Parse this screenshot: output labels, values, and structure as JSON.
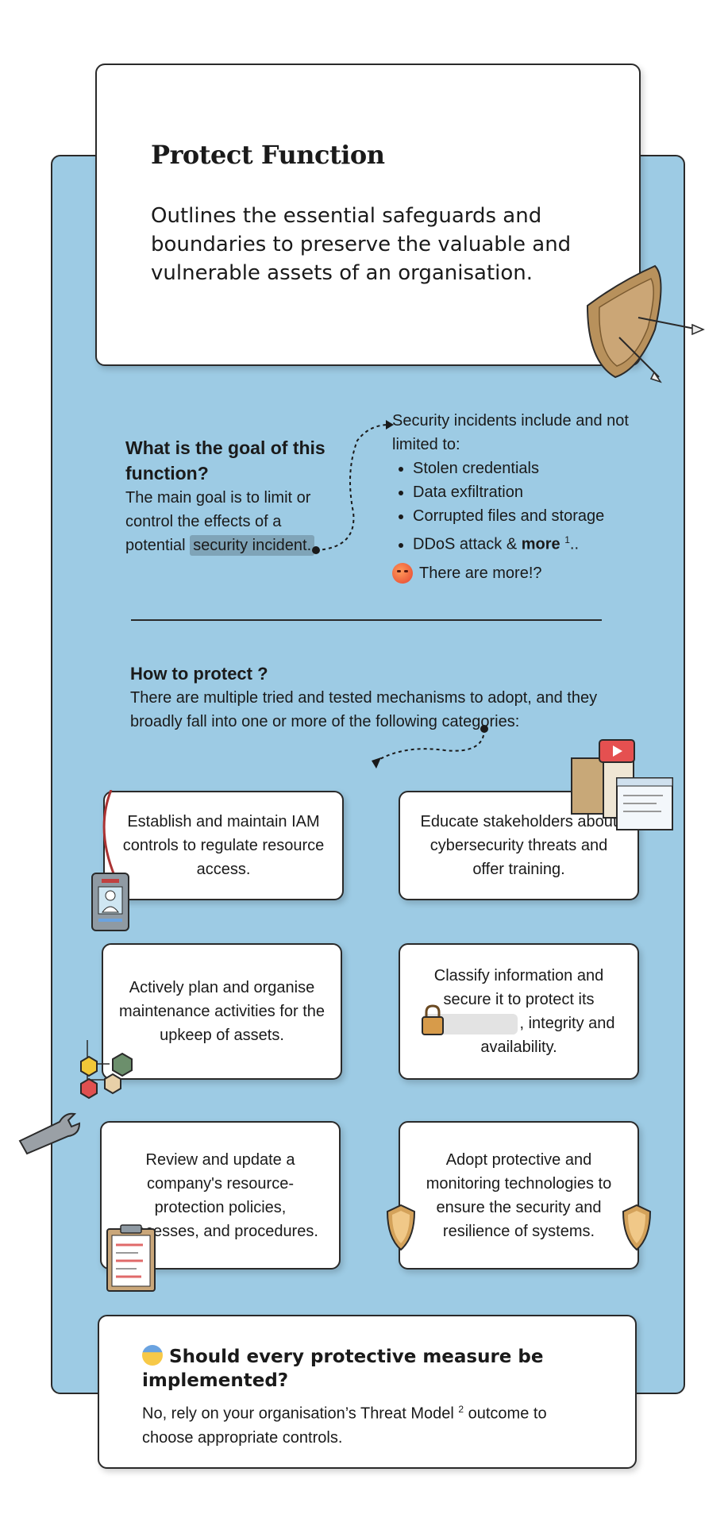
{
  "header": {
    "title": "Protect Function",
    "description": "Outlines the essential safeguards and boundaries to preserve the valuable and vulnerable assets of an organisation."
  },
  "goal": {
    "title": "What is the goal of this function?",
    "text_before": "The main goal is to limit or control the effects of a potential",
    "highlight": "security incident."
  },
  "incidents": {
    "intro": "Security incidents include and not limited to:",
    "items": [
      "Stolen credentials",
      "Data exfiltration",
      "Corrupted files and storage"
    ],
    "last_item": "DDoS attack &",
    "last_item_bold": "more",
    "last_item_ref": "1",
    "last_item_end": "..",
    "more_question": "There are more!?"
  },
  "how": {
    "title": "How to protect ?",
    "text": "There are multiple tried and tested mechanisms to adopt, and they broadly fall into one or more of the following categories:"
  },
  "categories": [
    "Establish and maintain IAM controls to regulate resource access.",
    "Educate stakeholders about cybersecurity threats and offer training.",
    "Actively plan and organise maintenance activities for the upkeep of assets.",
    "Classify information and secure it to protect its",
    "Review and update a company's resource-protection policies, processes, and procedures.",
    "Adopt protective and monitoring technologies to ensure the security and resilience of systems."
  ],
  "category_4_tail": ", integrity and availability.",
  "bottom": {
    "title": "Should every protective measure be implemented?",
    "text_before": "No, rely on your organisation’s Threat Model",
    "ref": "2",
    "text_after": "outcome to choose appropriate controls."
  },
  "colors": {
    "panel": "#9dcbe4",
    "highlight": "#7fa4b8",
    "border": "#2a2a2a"
  },
  "icons": [
    "shield-with-arrows-icon",
    "id-badge-icon",
    "books-video-icon",
    "wrench-hexagons-icon",
    "padlock-icon",
    "clipboard-icon",
    "shield-icon",
    "angry-face-emoji",
    "scared-face-emoji"
  ]
}
